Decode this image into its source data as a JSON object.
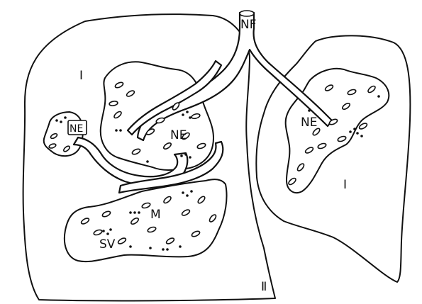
{
  "diagram": {
    "labels": {
      "nf": "NF",
      "ne_small": "NE",
      "ne_center": "NE",
      "ne_right": "NE",
      "m": "M",
      "sv": "SV",
      "i_left": "I",
      "i_right": "I",
      "ii": "Ⅱ"
    }
  }
}
